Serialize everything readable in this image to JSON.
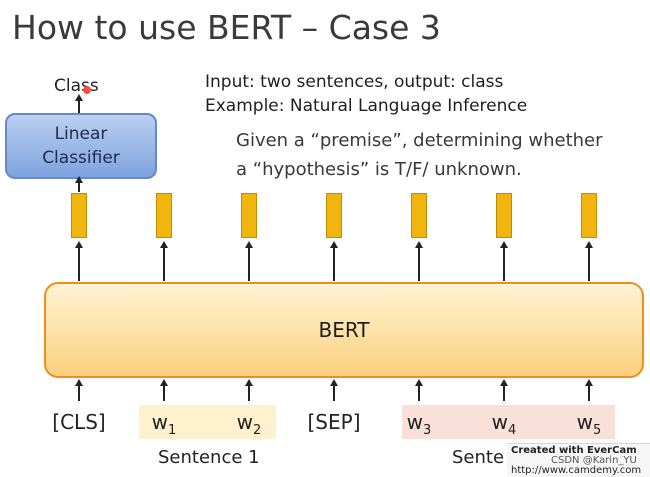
{
  "title": "How to use BERT – Case 3",
  "output_label": "Class",
  "classifier": {
    "line1": "Linear",
    "line2": "Classifier"
  },
  "description": {
    "line1": "Input: two sentences, output: class",
    "line2": "Example: Natural Language Inference",
    "line3": "Given a “premise”, determining whether",
    "line4": "a “hypothesis” is T/F/ unknown."
  },
  "model_label": "BERT",
  "tokens": [
    {
      "base": "[CLS]",
      "sub": ""
    },
    {
      "base": "w",
      "sub": "1"
    },
    {
      "base": "w",
      "sub": "2"
    },
    {
      "base": "[SEP]",
      "sub": ""
    },
    {
      "base": "w",
      "sub": "3"
    },
    {
      "base": "w",
      "sub": "4"
    },
    {
      "base": "w",
      "sub": "5"
    }
  ],
  "sentence1_label": "Sentence 1",
  "sentence2_label": "Sente",
  "watermark": {
    "line1": "Created with EverCam",
    "line2": "CSDN @Karin_YU",
    "line3": "http://www.camdemy.com"
  },
  "colors": {
    "embedding_bar": "#f0b60f",
    "bert_box_border": "#ef8e1d",
    "classifier_box": "#7ea2df",
    "sentence1_band": "#fdf1ce",
    "sentence2_band": "#f9e1da",
    "pointer_dot": "#ff4a4a"
  }
}
